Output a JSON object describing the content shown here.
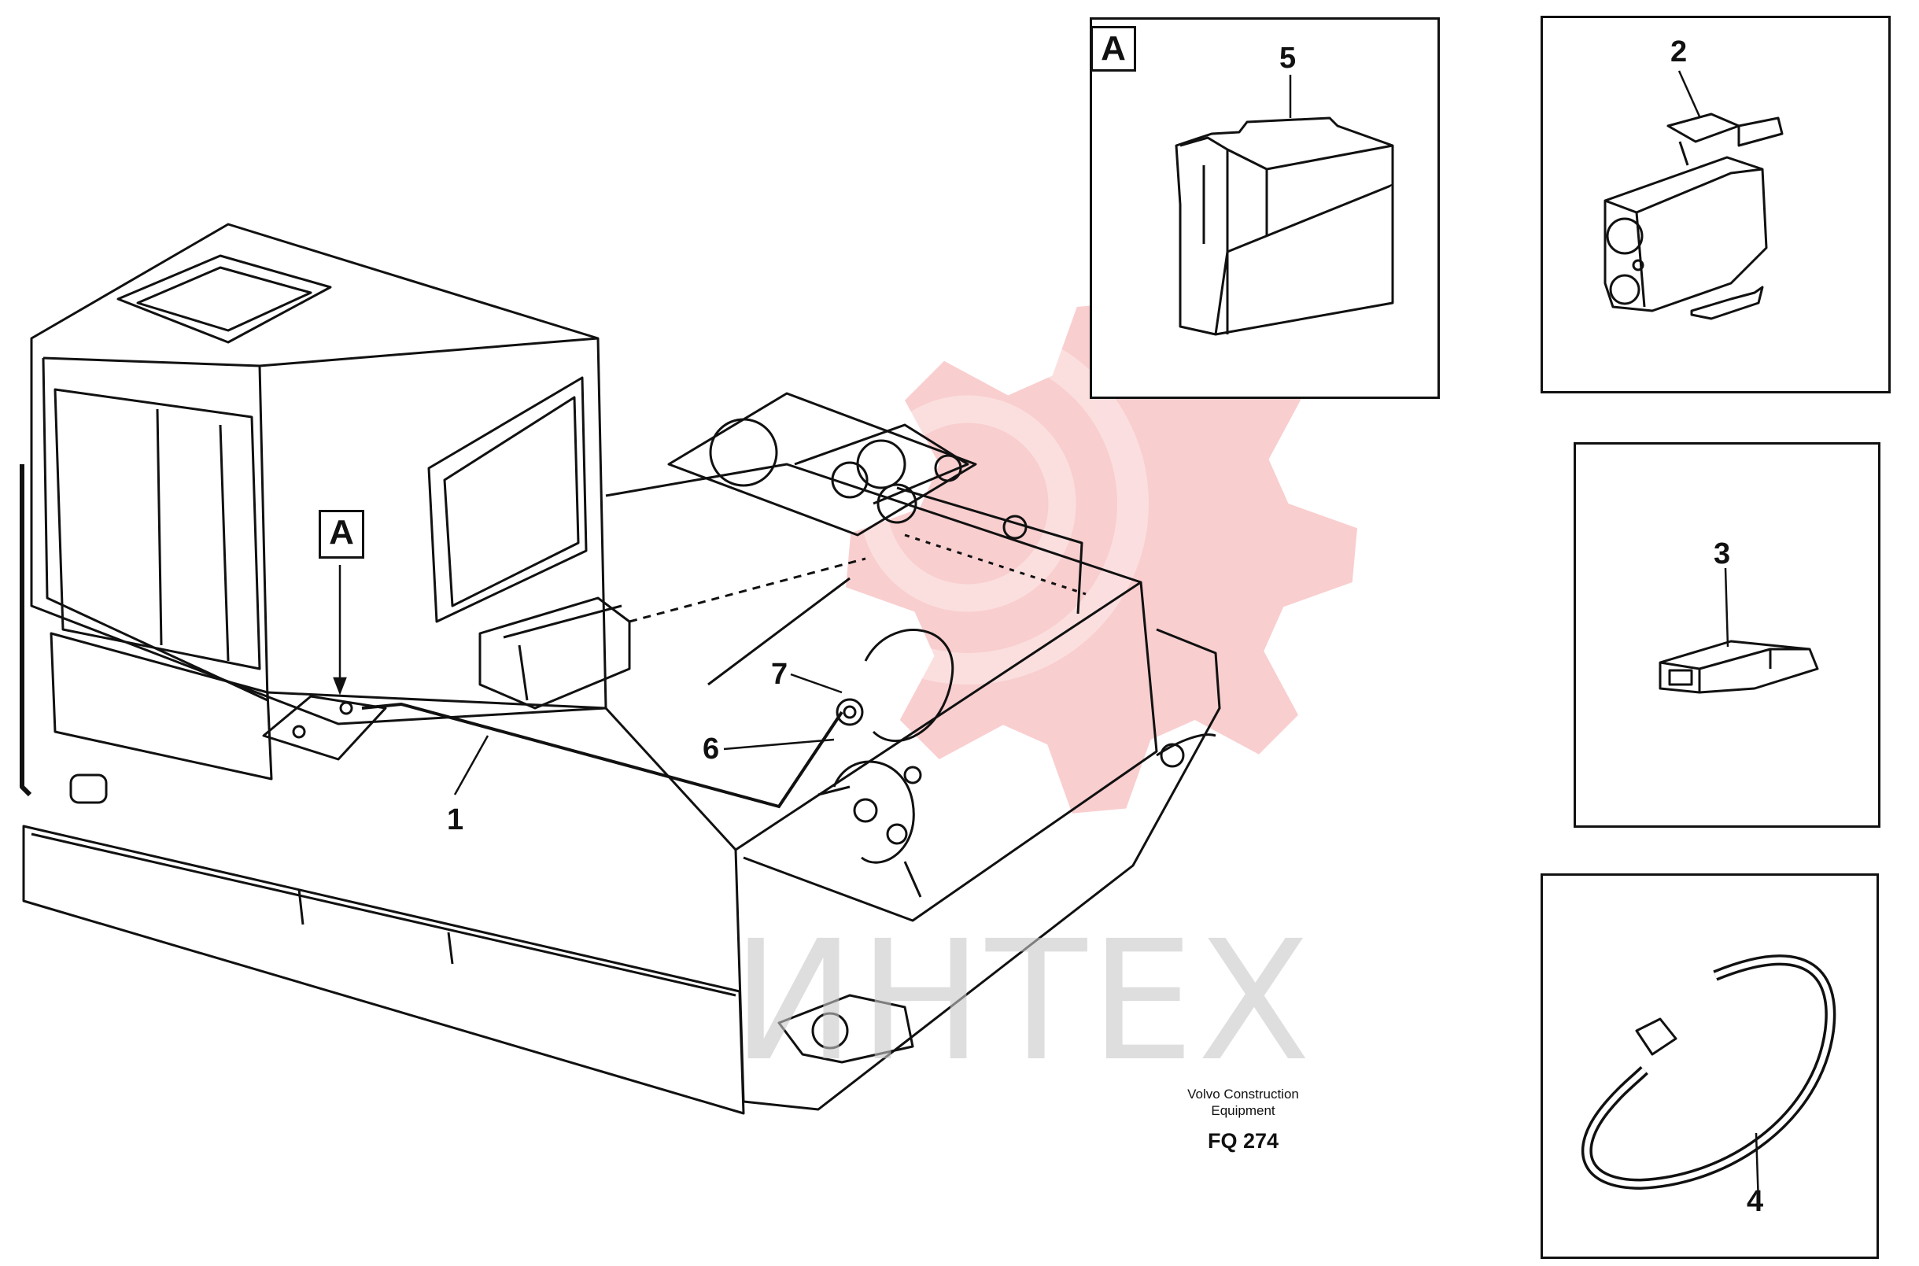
{
  "watermark": {
    "text": "ИНТЕХ",
    "color": "#e8232a"
  },
  "detail_view": {
    "tag": "A"
  },
  "main_view": {
    "tag": "A"
  },
  "callouts": {
    "c1": "1",
    "c2": "2",
    "c3": "3",
    "c4": "4",
    "c5": "5",
    "c6": "6",
    "c7": "7"
  },
  "caption": {
    "maker_line1": "Volvo Construction",
    "maker_line2": "Equipment",
    "code": "FQ 274"
  }
}
